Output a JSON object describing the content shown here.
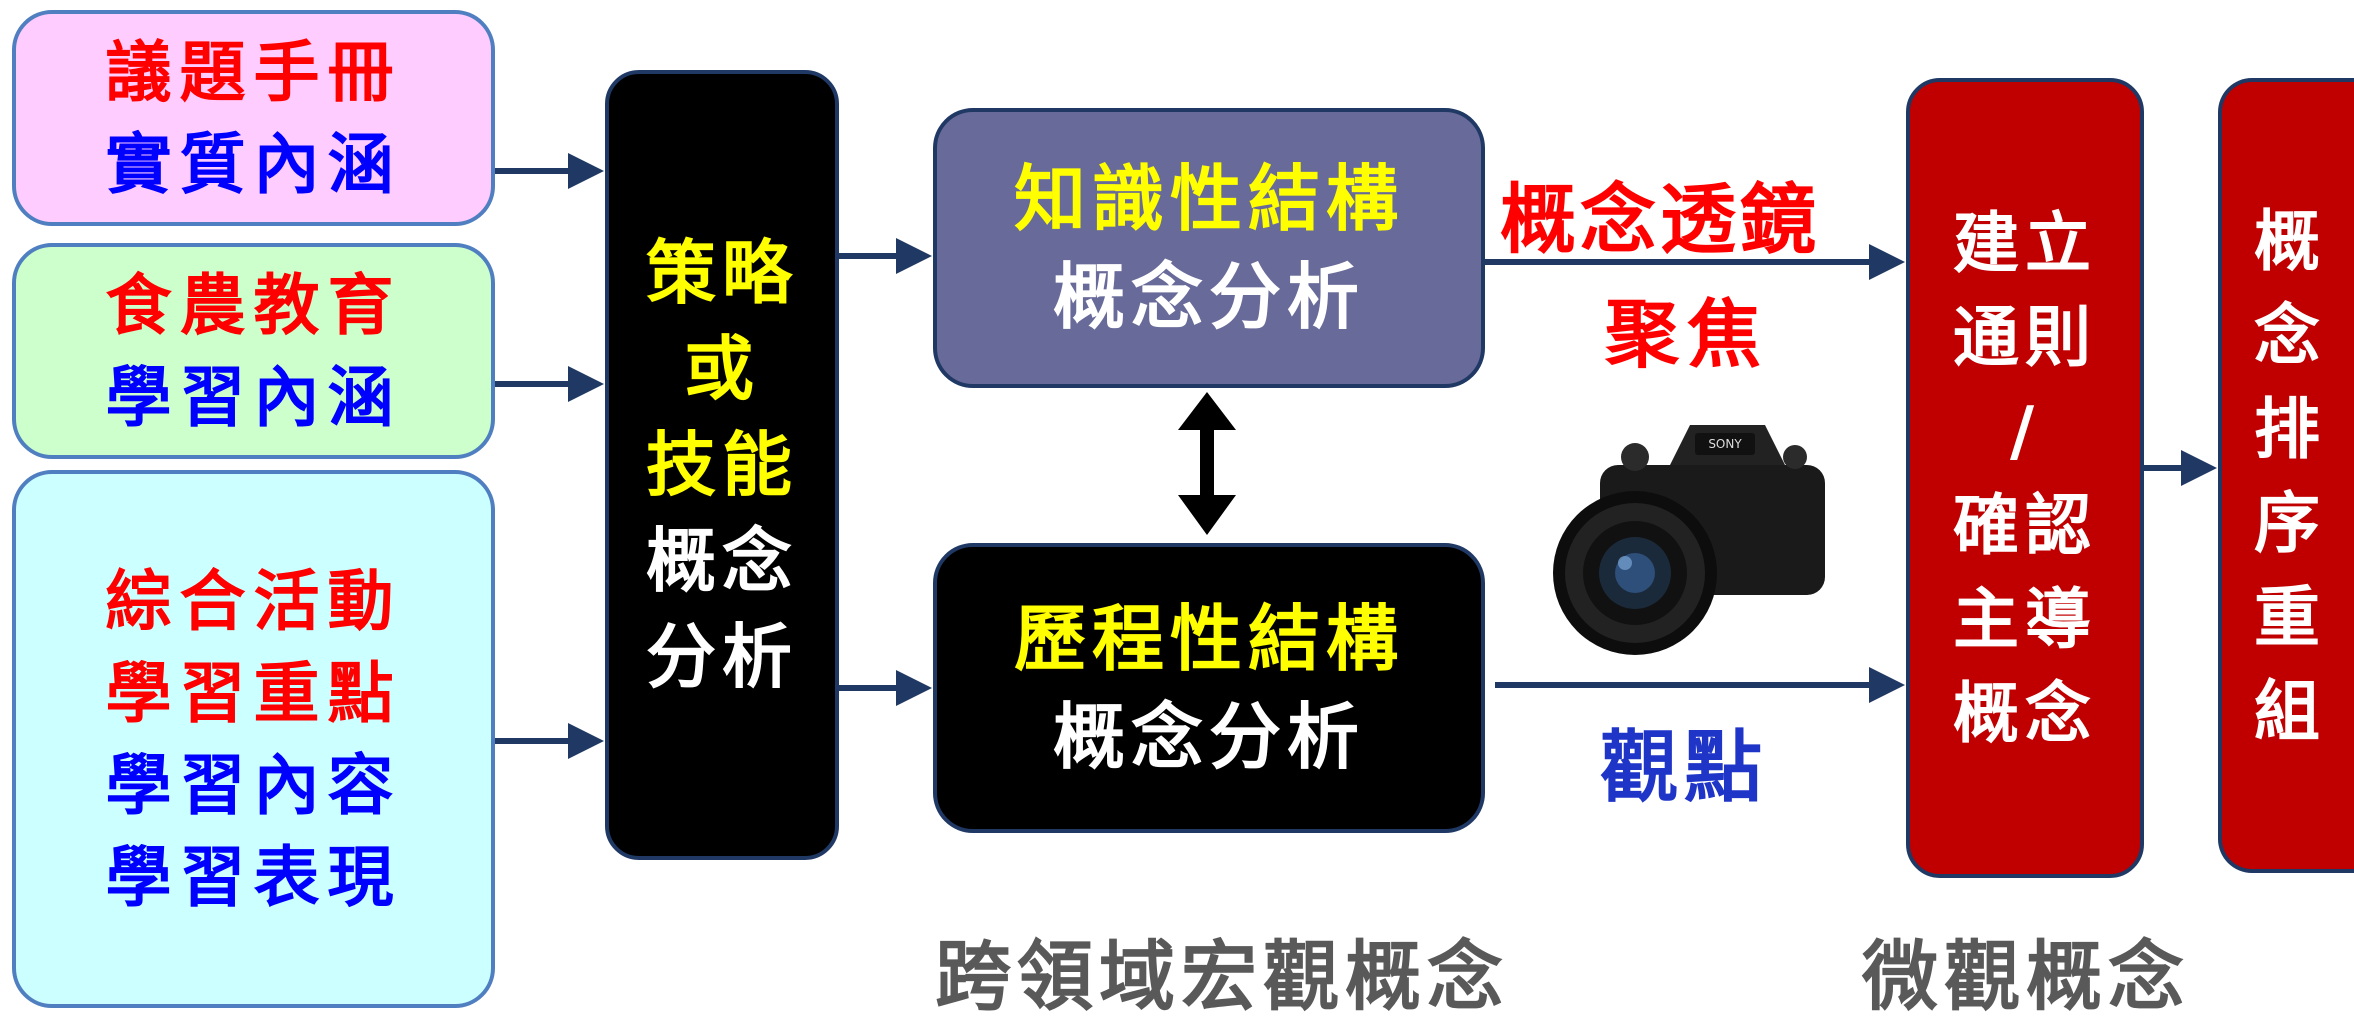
{
  "inputs": [
    {
      "lines": [
        {
          "text": "議題手冊",
          "color": "red"
        },
        {
          "text": "實質內涵",
          "color": "blue"
        }
      ],
      "bg": "#ffccff"
    },
    {
      "lines": [
        {
          "text": "食農教育",
          "color": "red"
        },
        {
          "text": "學習內涵",
          "color": "blue"
        }
      ],
      "bg": "#ccffcc"
    },
    {
      "lines": [
        {
          "text": "綜合活動",
          "color": "red"
        },
        {
          "text": "學習重點",
          "color": "red"
        },
        {
          "text": "學習內容",
          "color": "blue"
        },
        {
          "text": "學習表現",
          "color": "blue"
        }
      ],
      "bg": "#ccffff"
    }
  ],
  "strategy": [
    "策略",
    "或",
    "技能",
    "概念",
    "分析"
  ],
  "knowledge": {
    "title": "知識性結構",
    "sub": "概念分析"
  },
  "process": {
    "title": "歷程性結構",
    "sub": "概念分析"
  },
  "lens_label": "概念透鏡",
  "focus_label": "聚焦",
  "viewpoint_label": "觀點",
  "generalize": [
    "建立",
    "通則",
    "/",
    "確認",
    "主導",
    "概念"
  ],
  "reorder": [
    "概",
    "念",
    "排",
    "序",
    "重",
    "組"
  ],
  "caption_macro": "跨領域宏觀概念",
  "caption_micro": "微觀概念",
  "colors": {
    "red": "#ff0000",
    "blue": "#0000ff",
    "yellow": "#ffff00",
    "dark_red": "#c00000",
    "arrow": "#1f3864"
  },
  "icons": [
    "camera-image",
    "double-arrow-icon"
  ]
}
